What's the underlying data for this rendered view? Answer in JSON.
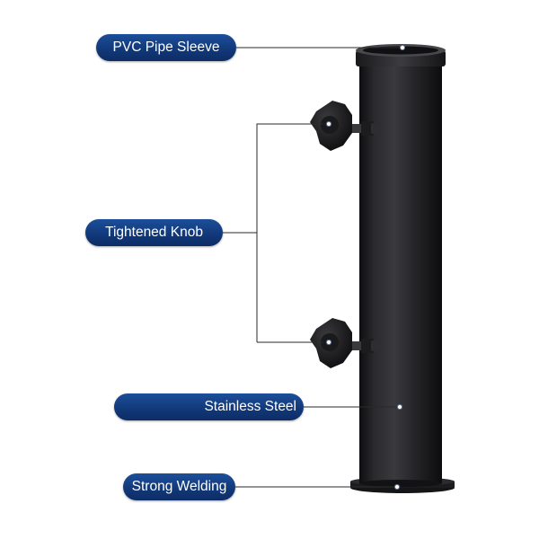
{
  "labels": {
    "pvc_pipe_sleeve": "PVC Pipe Sleeve",
    "tightened_knob": "Tightened Knob",
    "stainless_steel": "Stainless Steel",
    "strong_welding": "Strong Welding"
  },
  "colors": {
    "label_fill": "#12397a",
    "label_text": "#ffffff",
    "pipe_body": "#1f1f21",
    "leader_line": "#2a2a2a"
  }
}
